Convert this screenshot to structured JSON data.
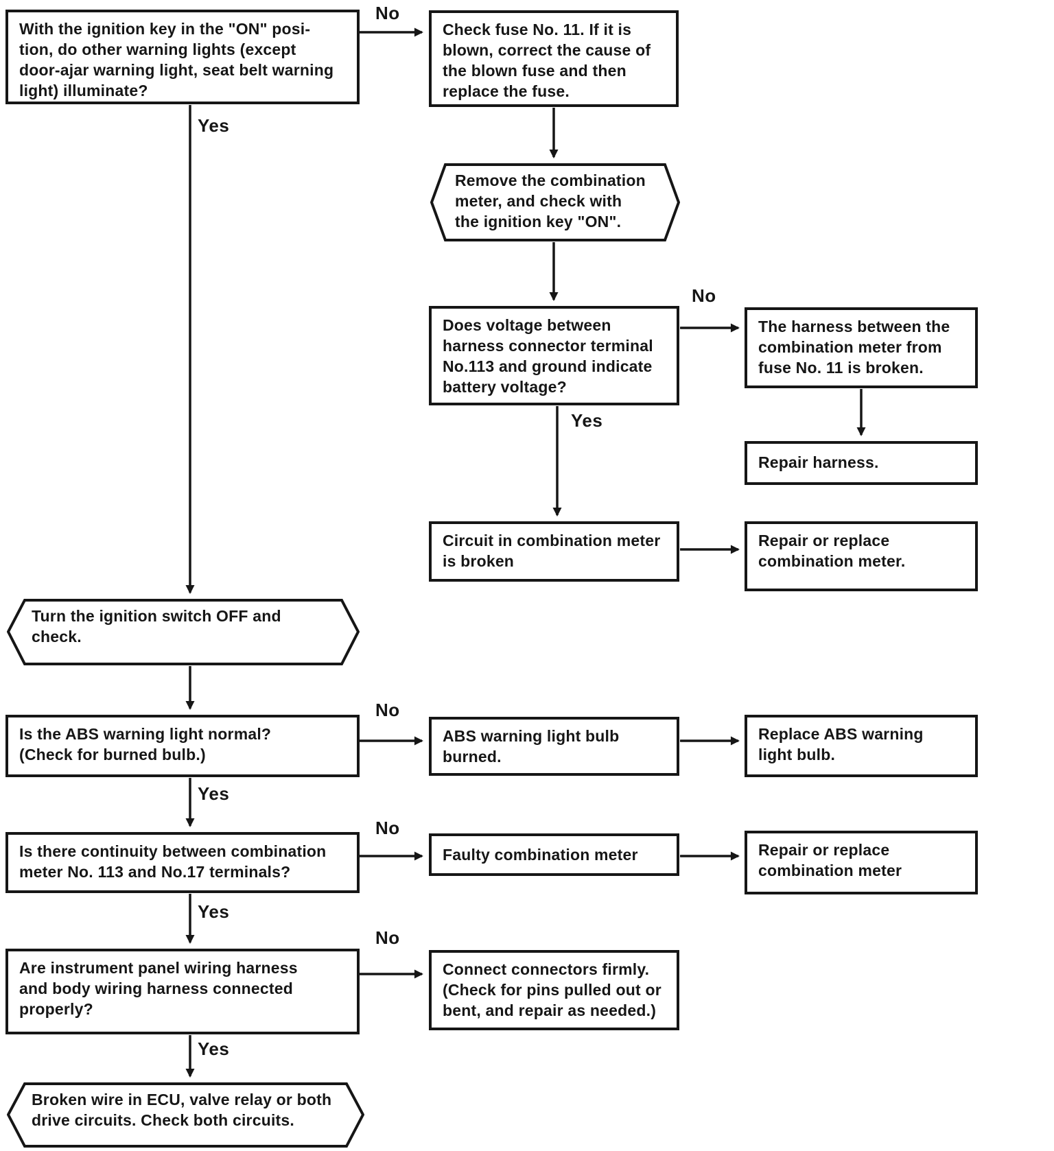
{
  "diagram": {
    "type": "troubleshooting-flowchart",
    "ink_color": "#161616",
    "paper_color": "#ffffff"
  },
  "nodes": {
    "q1": {
      "shape": "rect",
      "text": "With the ignition key in the \"ON\" posi-\ntion, do other warning lights (except\ndoor-ajar warning light, seat belt warning\nlight) illuminate?"
    },
    "a1": {
      "shape": "rect",
      "text": "Check fuse No. 11. If it is\nblown, correct the cause of\nthe blown fuse and then\nreplace the fuse."
    },
    "hex1": {
      "shape": "hexagon",
      "text": "Remove the combination\nmeter, and check with\nthe ignition key \"ON\"."
    },
    "q2": {
      "shape": "rect",
      "text": "Does voltage between\nharness connector terminal\nNo.113 and ground indicate\nbattery voltage?"
    },
    "r1": {
      "shape": "rect",
      "text": "The harness between the\ncombination meter from\nfuse No. 11 is broken."
    },
    "r2": {
      "shape": "rect",
      "text": "Repair harness."
    },
    "c1": {
      "shape": "rect",
      "text": "Circuit in combination meter\nis broken"
    },
    "r3": {
      "shape": "rect",
      "text": "Repair or replace\ncombination meter."
    },
    "hex2": {
      "shape": "hexagon",
      "text": "Turn the ignition switch OFF and\ncheck."
    },
    "q4": {
      "shape": "rect",
      "text": "Is the ABS warning light normal?\n(Check for burned bulb.)"
    },
    "a4": {
      "shape": "rect",
      "text": "ABS warning light bulb\nburned."
    },
    "r4": {
      "shape": "rect",
      "text": "Replace ABS warning\nlight bulb."
    },
    "q5": {
      "shape": "rect",
      "text": "Is there continuity between combination\nmeter No. 113 and No.17 terminals?"
    },
    "a5": {
      "shape": "rect",
      "text": "Faulty combination meter"
    },
    "r5": {
      "shape": "rect",
      "text": "Repair or replace\ncombination meter"
    },
    "q6": {
      "shape": "rect",
      "text": "Are instrument panel wiring harness\nand body wiring harness connected\nproperly?"
    },
    "a6": {
      "shape": "rect",
      "text": "Connect connectors firmly.\n(Check for pins pulled out or\nbent, and repair as needed.)"
    },
    "hex3": {
      "shape": "hexagon",
      "text": "Broken wire in ECU, valve relay or both\ndrive circuits. Check both circuits."
    }
  },
  "edge_labels": {
    "no1": "No",
    "yes1": "Yes",
    "no2": "No",
    "yes2": "Yes",
    "no3": "No",
    "yes3": "Yes",
    "no4": "No",
    "yes4": "Yes",
    "no5": "No",
    "yes5": "Yes"
  },
  "edges": [
    {
      "from": "q1",
      "to": "a1",
      "label": "No"
    },
    {
      "from": "q1",
      "to": "hex2",
      "label": "Yes"
    },
    {
      "from": "a1",
      "to": "hex1",
      "label": ""
    },
    {
      "from": "hex1",
      "to": "q2",
      "label": ""
    },
    {
      "from": "q2",
      "to": "r1",
      "label": "No"
    },
    {
      "from": "r1",
      "to": "r2",
      "label": ""
    },
    {
      "from": "q2",
      "to": "c1",
      "label": "Yes"
    },
    {
      "from": "c1",
      "to": "r3",
      "label": ""
    },
    {
      "from": "hex2",
      "to": "q4",
      "label": ""
    },
    {
      "from": "q4",
      "to": "a4",
      "label": "No"
    },
    {
      "from": "a4",
      "to": "r4",
      "label": ""
    },
    {
      "from": "q4",
      "to": "q5",
      "label": "Yes"
    },
    {
      "from": "q5",
      "to": "a5",
      "label": "No"
    },
    {
      "from": "a5",
      "to": "r5",
      "label": ""
    },
    {
      "from": "q5",
      "to": "q6",
      "label": "Yes"
    },
    {
      "from": "q6",
      "to": "a6",
      "label": "No"
    },
    {
      "from": "q6",
      "to": "hex3",
      "label": "Yes"
    }
  ]
}
